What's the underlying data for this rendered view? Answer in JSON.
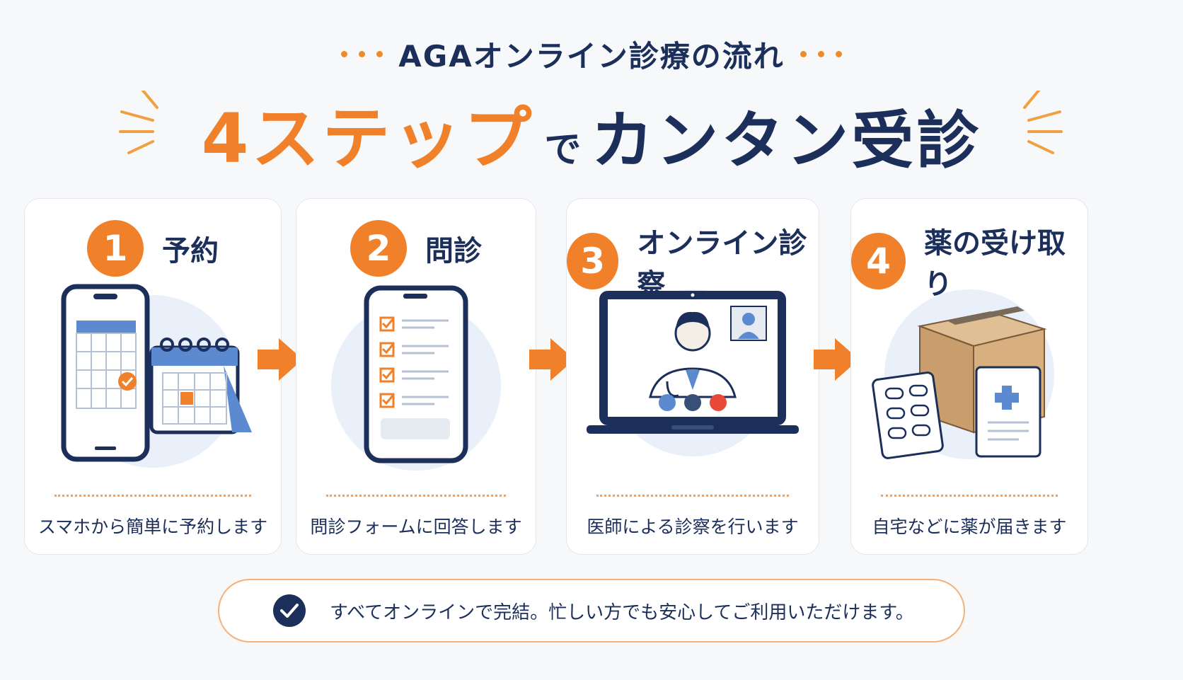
{
  "header": {
    "subtitle": "AGAオンライン診療の流れ",
    "headline_a": "4ステップ",
    "headline_b": "で",
    "headline_c": "カンタン受診"
  },
  "steps": [
    {
      "number": "1",
      "title": "予約",
      "description": "スマホから簡単に予約します"
    },
    {
      "number": "2",
      "title": "問診",
      "description": "問診フォームに回答します"
    },
    {
      "number": "3",
      "title": "オンライン診察",
      "description": "医師による診察を行います"
    },
    {
      "number": "4",
      "title": "薬の受け取り",
      "description": "自宅などに薬が届きます"
    }
  ],
  "footer": {
    "text": "すべてオンラインで完結。忙しい方でも安心してご利用いただけます。"
  },
  "colors": {
    "accent": "#f0812a",
    "navy": "#1b2f5a",
    "background": "#f7f8fa"
  },
  "icons": [
    "phone-calendar-icon",
    "questionnaire-phone-icon",
    "video-call-laptop-icon",
    "medicine-package-icon",
    "arrow-right-icon",
    "check-circle-icon"
  ]
}
